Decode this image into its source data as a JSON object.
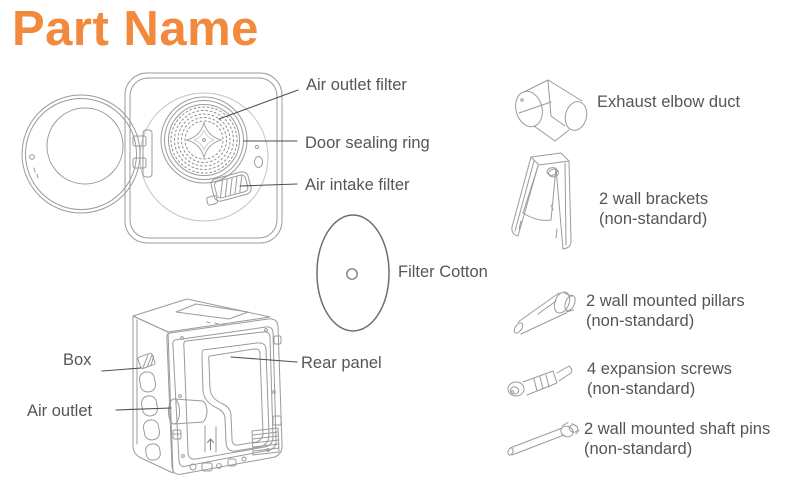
{
  "title": "Part Name",
  "colors": {
    "title_orange": "#F2893C",
    "line_art_gray": "#9B9B9B",
    "label_text_gray": "#565656",
    "leader_line_dark": "#4F4F4F"
  },
  "front_view": {
    "air_outlet_filter_label": "Air outlet filter",
    "door_sealing_ring_label": "Door sealing ring",
    "air_intake_filter_label": "Air intake filter"
  },
  "filter_cotton_label": "Filter Cotton",
  "rear_view": {
    "box_label": "Box",
    "rear_panel_label": "Rear panel",
    "air_outlet_label": "Air outlet"
  },
  "accessories": [
    {
      "name": "Exhaust elbow duct",
      "note": ""
    },
    {
      "name": "2 wall brackets",
      "note": "(non-standard)"
    },
    {
      "name": "2 wall mounted pillars",
      "note": "(non-standard)"
    },
    {
      "name": "4 expansion screws",
      "note": "(non-standard)"
    },
    {
      "name": "2 wall mounted shaft pins",
      "note": "(non-standard)"
    }
  ]
}
